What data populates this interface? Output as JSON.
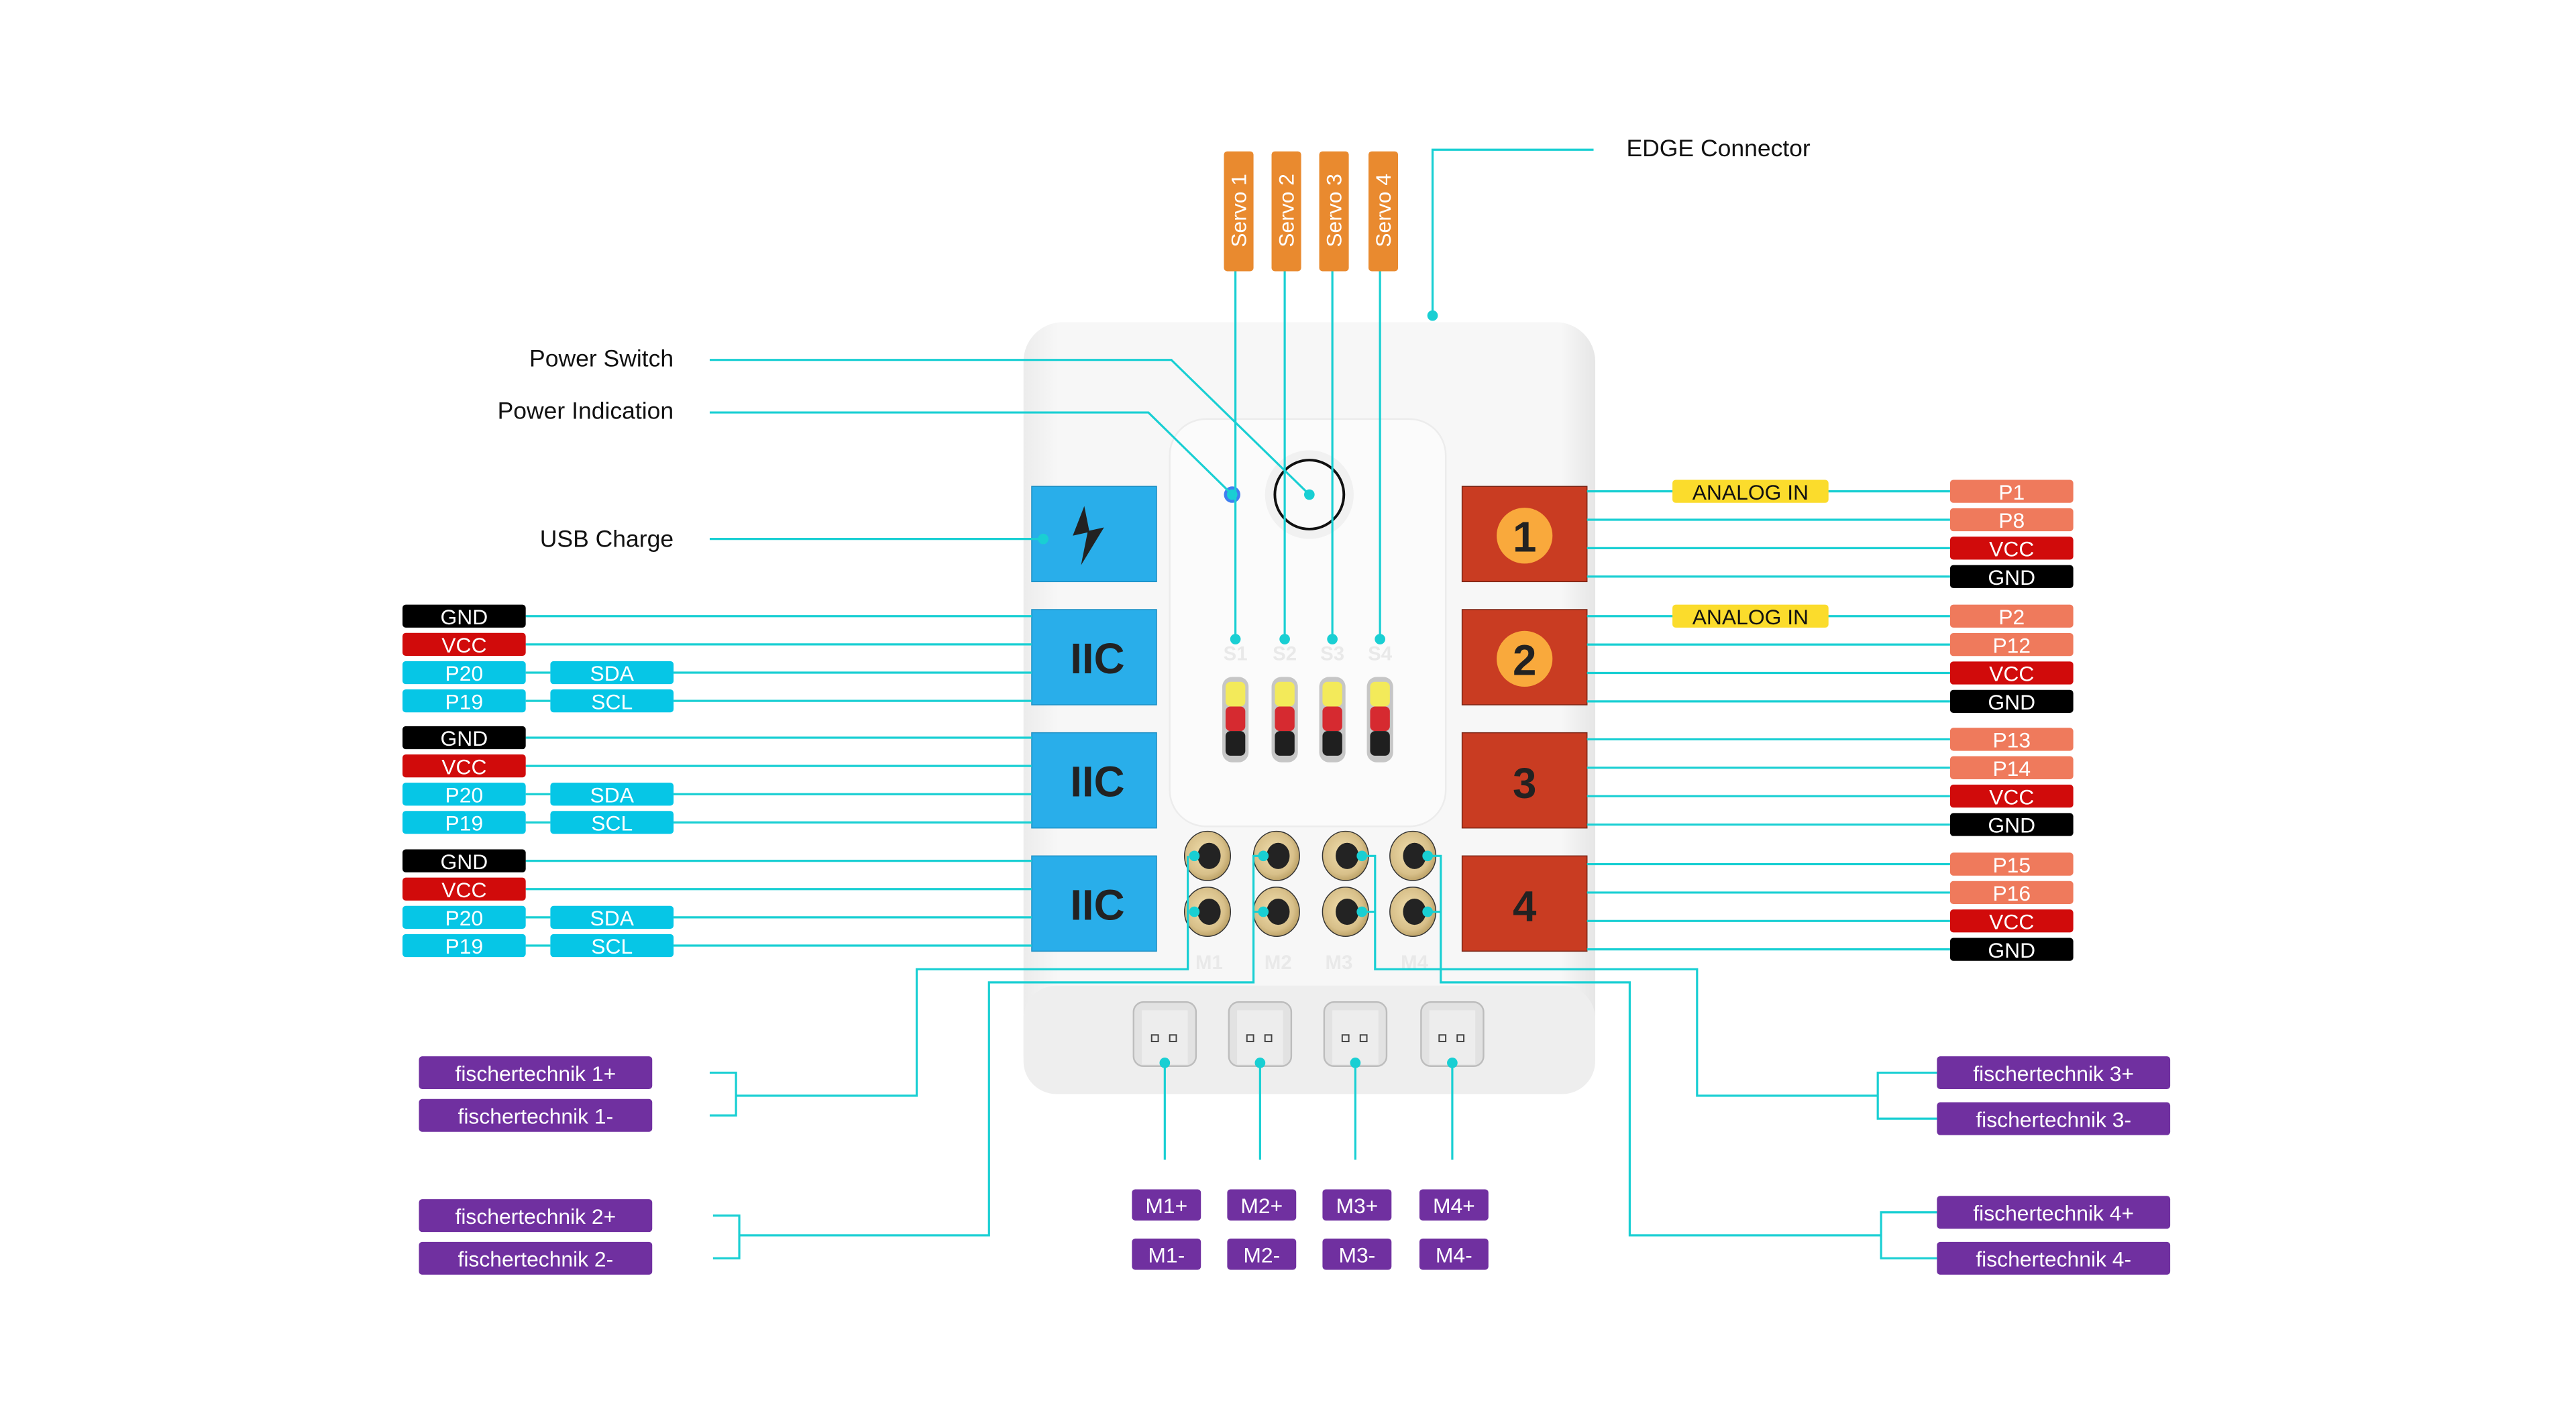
{
  "title": "Motor driver expansion board pinout",
  "colors": {
    "wire": "#19cfd3",
    "servo_tag": "#e98a2f",
    "iic_block": "#29aeea",
    "port_block": "#c93c22",
    "port_badge": "#f9a93c",
    "analog_tag": "#fbdc2c",
    "pin_p": "#ef7a5c",
    "pin_vcc": "#d10b0b",
    "pin_gnd": "#000000",
    "pin_iic": "#06c6e6",
    "purple": "#7030a0"
  },
  "callouts": {
    "edge_connector": "EDGE Connector",
    "power_switch": "Power Switch",
    "power_indication": "Power Indication",
    "usb_charge": "USB Charge"
  },
  "servos": [
    {
      "tag": "Servo 1",
      "silk": "S1"
    },
    {
      "tag": "Servo 2",
      "silk": "S2"
    },
    {
      "tag": "Servo 3",
      "silk": "S3"
    },
    {
      "tag": "Servo 4",
      "silk": "S4"
    }
  ],
  "board": {
    "usb_icon": "lightning-bolt-icon",
    "iic_label": "IIC",
    "ports": [
      "1",
      "2",
      "3",
      "4"
    ],
    "motor_silk": [
      "M1",
      "M2",
      "M3",
      "M4"
    ]
  },
  "iic_groups": [
    {
      "pins": [
        {
          "name": "GND",
          "type": "gnd"
        },
        {
          "name": "VCC",
          "type": "vcc"
        },
        {
          "name": "P20",
          "type": "iic",
          "func": "SDA"
        },
        {
          "name": "P19",
          "type": "iic",
          "func": "SCL"
        }
      ]
    },
    {
      "pins": [
        {
          "name": "GND",
          "type": "gnd"
        },
        {
          "name": "VCC",
          "type": "vcc"
        },
        {
          "name": "P20",
          "type": "iic",
          "func": "SDA"
        },
        {
          "name": "P19",
          "type": "iic",
          "func": "SCL"
        }
      ]
    },
    {
      "pins": [
        {
          "name": "GND",
          "type": "gnd"
        },
        {
          "name": "VCC",
          "type": "vcc"
        },
        {
          "name": "P20",
          "type": "iic",
          "func": "SDA"
        },
        {
          "name": "P19",
          "type": "iic",
          "func": "SCL"
        }
      ]
    }
  ],
  "port_groups": [
    {
      "analog": "ANALOG IN",
      "pins": [
        {
          "name": "P1",
          "type": "p"
        },
        {
          "name": "P8",
          "type": "p"
        },
        {
          "name": "VCC",
          "type": "vcc"
        },
        {
          "name": "GND",
          "type": "gnd"
        }
      ]
    },
    {
      "analog": "ANALOG IN",
      "pins": [
        {
          "name": "P2",
          "type": "p"
        },
        {
          "name": "P12",
          "type": "p"
        },
        {
          "name": "VCC",
          "type": "vcc"
        },
        {
          "name": "GND",
          "type": "gnd"
        }
      ]
    },
    {
      "analog": null,
      "pins": [
        {
          "name": "P13",
          "type": "p"
        },
        {
          "name": "P14",
          "type": "p"
        },
        {
          "name": "VCC",
          "type": "vcc"
        },
        {
          "name": "GND",
          "type": "gnd"
        }
      ]
    },
    {
      "analog": null,
      "pins": [
        {
          "name": "P15",
          "type": "p"
        },
        {
          "name": "P16",
          "type": "p"
        },
        {
          "name": "VCC",
          "type": "vcc"
        },
        {
          "name": "GND",
          "type": "gnd"
        }
      ]
    }
  ],
  "fischertechnik": [
    [
      "fischertechnik 1+",
      "fischertechnik 1-"
    ],
    [
      "fischertechnik 2+",
      "fischertechnik 2-"
    ],
    [
      "fischertechnik 3+",
      "fischertechnik 3-"
    ],
    [
      "fischertechnik 4+",
      "fischertechnik 4-"
    ]
  ],
  "motor_terminals": [
    [
      "M1+",
      "M1-"
    ],
    [
      "M2+",
      "M2-"
    ],
    [
      "M3+",
      "M3-"
    ],
    [
      "M4+",
      "M4-"
    ]
  ]
}
